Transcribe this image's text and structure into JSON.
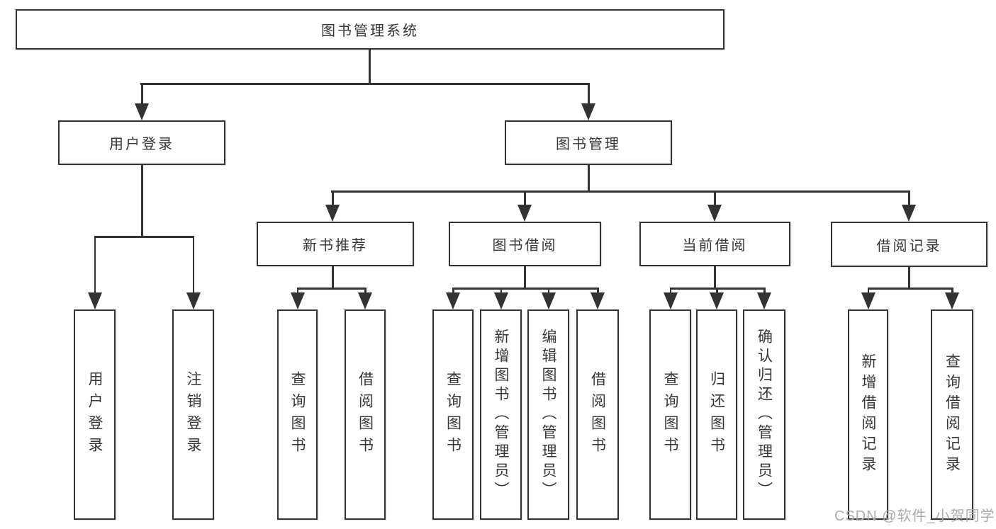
{
  "nodes": {
    "root": "图书管理系统",
    "user_login": "用户登录",
    "book_management": "图书管理",
    "modules": [
      "新书推荐",
      "图书借阅",
      "当前借阅",
      "借阅记录"
    ],
    "leaves": {
      "login": [
        "用户登录",
        "注销登录"
      ],
      "recommend": [
        "查询图书",
        "借阅图书"
      ],
      "borrow": [
        "查询图书",
        "新增图书（管理员）",
        "编辑图书（管理员）",
        "借阅图书"
      ],
      "current": [
        "查询图书",
        "归还图书",
        "确认归还（管理员）"
      ],
      "records": [
        "新增借阅记录",
        "查询借阅记录"
      ]
    }
  },
  "watermark": "CSDN @软件_小贺同学",
  "colors": {
    "line": "#333333",
    "text": "#363636",
    "watermark": "#ababab",
    "background": "#ffffff"
  }
}
